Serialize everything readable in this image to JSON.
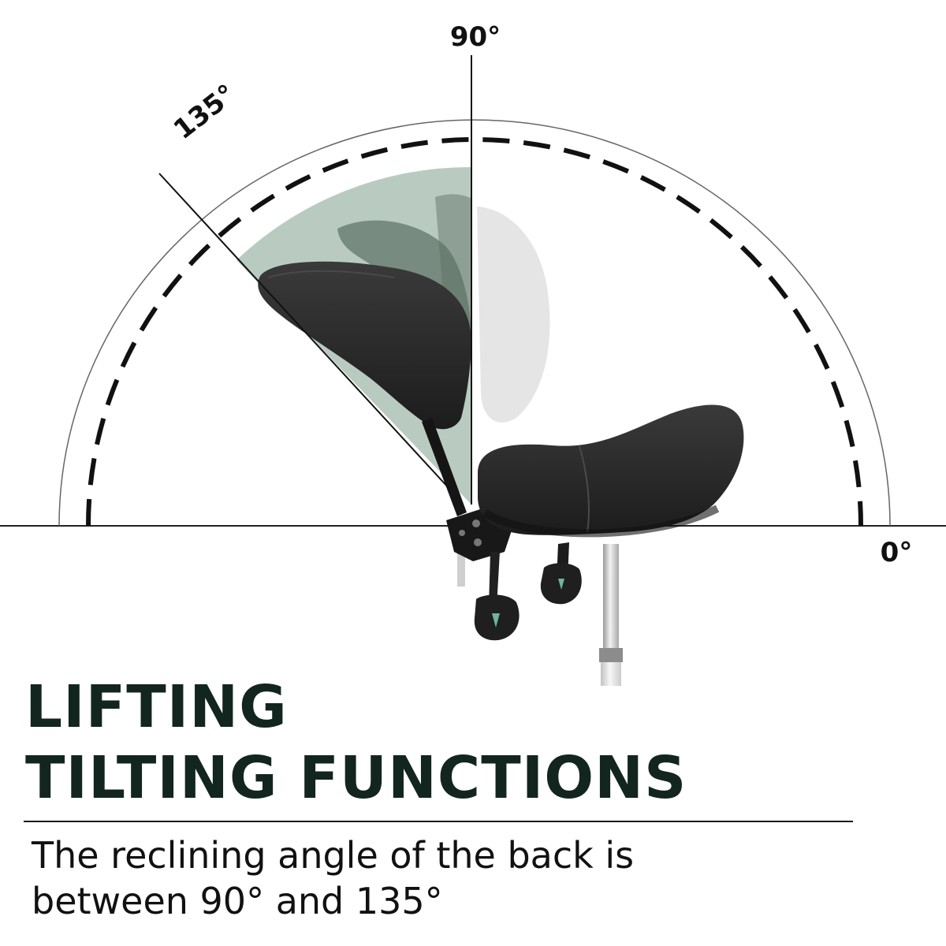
{
  "diagram": {
    "angle_labels": {
      "zero": "0°",
      "ninety": "90°",
      "one_thirty_five": "135°"
    },
    "recline_range_degrees": [
      90,
      135
    ],
    "colors": {
      "sector_fill": "#7fa08e",
      "seat": "#2a2a2a",
      "ghost_backrest": "#d4d4d4",
      "headline": "#12251e"
    }
  },
  "headline": {
    "line1": "LIFTING",
    "line2": "TILTING FUNCTIONS"
  },
  "description": {
    "line1": "The reclining angle of the back is",
    "line2": "between 90° and 135°"
  }
}
